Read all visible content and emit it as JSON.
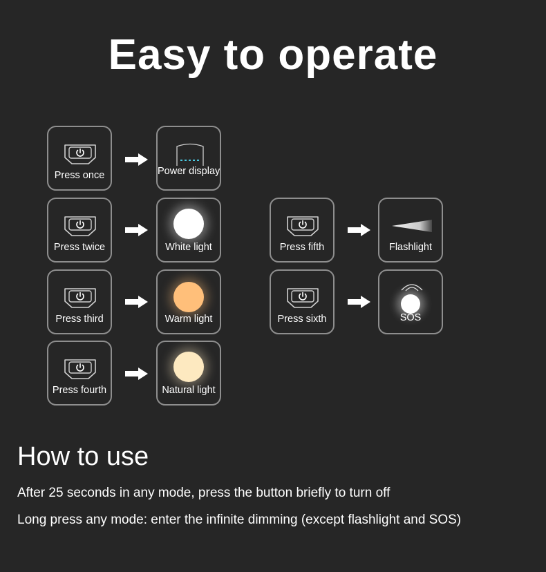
{
  "title": "Easy to operate",
  "steps": [
    {
      "press": "Press once",
      "result": "Power display",
      "icon": "battery-level-icon"
    },
    {
      "press": "Press twice",
      "result": "White light",
      "icon": "white-light-icon"
    },
    {
      "press": "Press third",
      "result": "Warm light",
      "icon": "warm-light-icon"
    },
    {
      "press": "Press fourth",
      "result": "Natural light",
      "icon": "natural-light-icon"
    },
    {
      "press": "Press fifth",
      "result": "Flashlight",
      "icon": "flashlight-beam-icon"
    },
    {
      "press": "Press sixth",
      "result": "SOS",
      "icon": "sos-icon"
    }
  ],
  "how_to_use": {
    "heading": "How to use",
    "notes": [
      "After 25 seconds in any mode, press the button briefly to turn off",
      "Long press any mode: enter the infinite dimming (except flashlight and SOS)"
    ]
  },
  "colors": {
    "background": "#262626",
    "border": "#8e8e8e",
    "battery_dots": "#49c8e0",
    "white_light": "#ffffff",
    "warm_light": "#ffbf7a",
    "natural_light": "#fde9c0"
  }
}
